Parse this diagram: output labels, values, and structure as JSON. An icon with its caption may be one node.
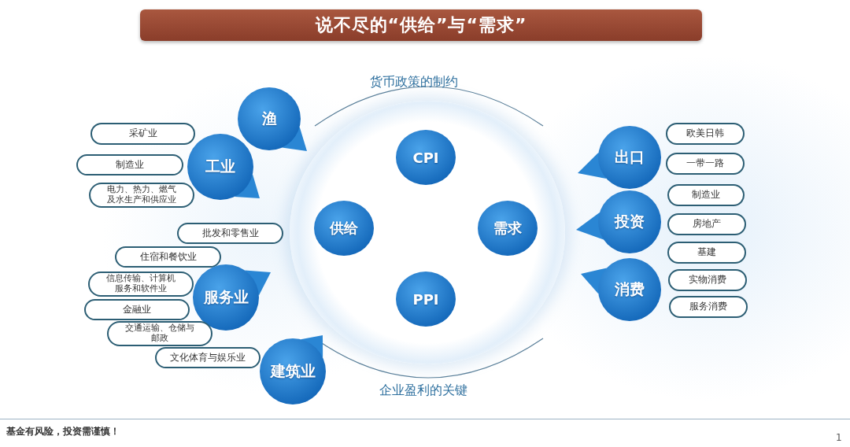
{
  "diagram": {
    "title": "说不尽的“供给”与“需求”",
    "nodes": [
      {
        "text": [],
        "shape": "circle"
      },
      {
        "text": [
          "CPI"
        ],
        "in": 0
      },
      {
        "text": [
          "供给"
        ],
        "in": 0
      },
      {
        "text": [
          "需求"
        ],
        "in": 0
      },
      {
        "text": [
          "PPI"
        ],
        "in": 0
      },
      {
        "text": [
          "渔"
        ]
      },
      {
        "text": [
          "采矿业"
        ]
      },
      {
        "text": [
          "工业"
        ]
      },
      {
        "text": [
          "制造业"
        ]
      },
      {
        "text": [
          "电力、热力、燃气及水生产和供应业"
        ]
      },
      {
        "text": [
          "批发和零售业"
        ]
      },
      {
        "text": [
          "住宿和餐饮业"
        ]
      },
      {
        "text": [
          "信息传输、计算机服务和软件业"
        ]
      },
      {
        "text": [
          "服务业"
        ]
      },
      {
        "text": [
          "金融业"
        ]
      },
      {
        "text": [
          "交通运输、仓储与邮政"
        ]
      },
      {
        "text": [
          "文化体育与娱乐业"
        ]
      },
      {
        "text": [
          "建筑业"
        ]
      },
      {
        "text": [
          "欧美日韩"
        ]
      },
      {
        "text": [
          "出口"
        ]
      },
      {
        "text": [
          "一带一路"
        ]
      },
      {
        "text": [
          "制造业"
        ]
      },
      {
        "text": [
          "投资"
        ]
      },
      {
        "text": [
          "房地产"
        ]
      },
      {
        "text": [
          "基建"
        ]
      },
      {
        "text": [
          "消费"
        ]
      },
      {
        "text": [
          "实物消费"
        ]
      },
      {
        "text": [
          "服务消费"
        ]
      }
    ],
    "labels": [
      "货币政策的制约",
      "企业盈利的关键",
      "基金有风险，投资需谨慎！",
      "1"
    ]
  }
}
